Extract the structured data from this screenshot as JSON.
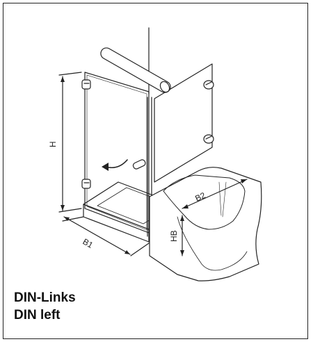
{
  "dimensions": {
    "height": "H",
    "width_shower": "B1",
    "width_tub": "B2",
    "height_tub": "HB"
  },
  "caption": {
    "line1": "DIN-Links",
    "line2": "DIN left"
  },
  "colors": {
    "line": "#222222",
    "background": "#ffffff"
  }
}
